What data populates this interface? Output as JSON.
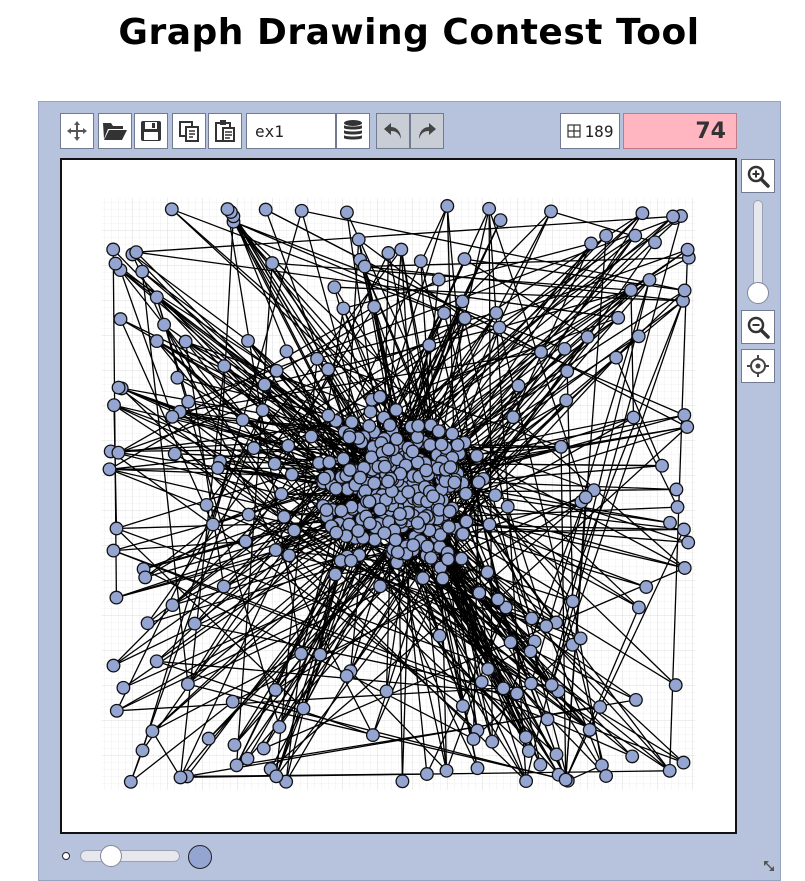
{
  "page": {
    "title": "Graph Drawing Contest Tool"
  },
  "toolbar": {
    "move_icon": "move-arrows-icon",
    "open_icon": "folder-open-icon",
    "save_icon": "floppy-disk-icon",
    "copy_icon": "copy-icon",
    "paste_icon": "paste-icon",
    "file_name": "ex1",
    "database_icon": "database-icon",
    "undo_icon": "undo-icon",
    "redo_icon": "redo-icon",
    "grid_icon": "grid-icon",
    "grid_size": "189",
    "score": "74"
  },
  "side": {
    "zoom_in_icon": "zoom-in-icon",
    "zoom_out_icon": "zoom-out-icon",
    "center_icon": "crosshair-icon",
    "zoom_level": 0.85
  },
  "bottom": {
    "node_size_level": 0.3
  },
  "colors": {
    "panel": "#b7c2dc",
    "node_fill": "#95a5d2",
    "node_highlight": "#87ceeb",
    "score_bg": "#ffb6c1",
    "edge": "#000000",
    "crossing_glow": "#ff8c8c"
  }
}
